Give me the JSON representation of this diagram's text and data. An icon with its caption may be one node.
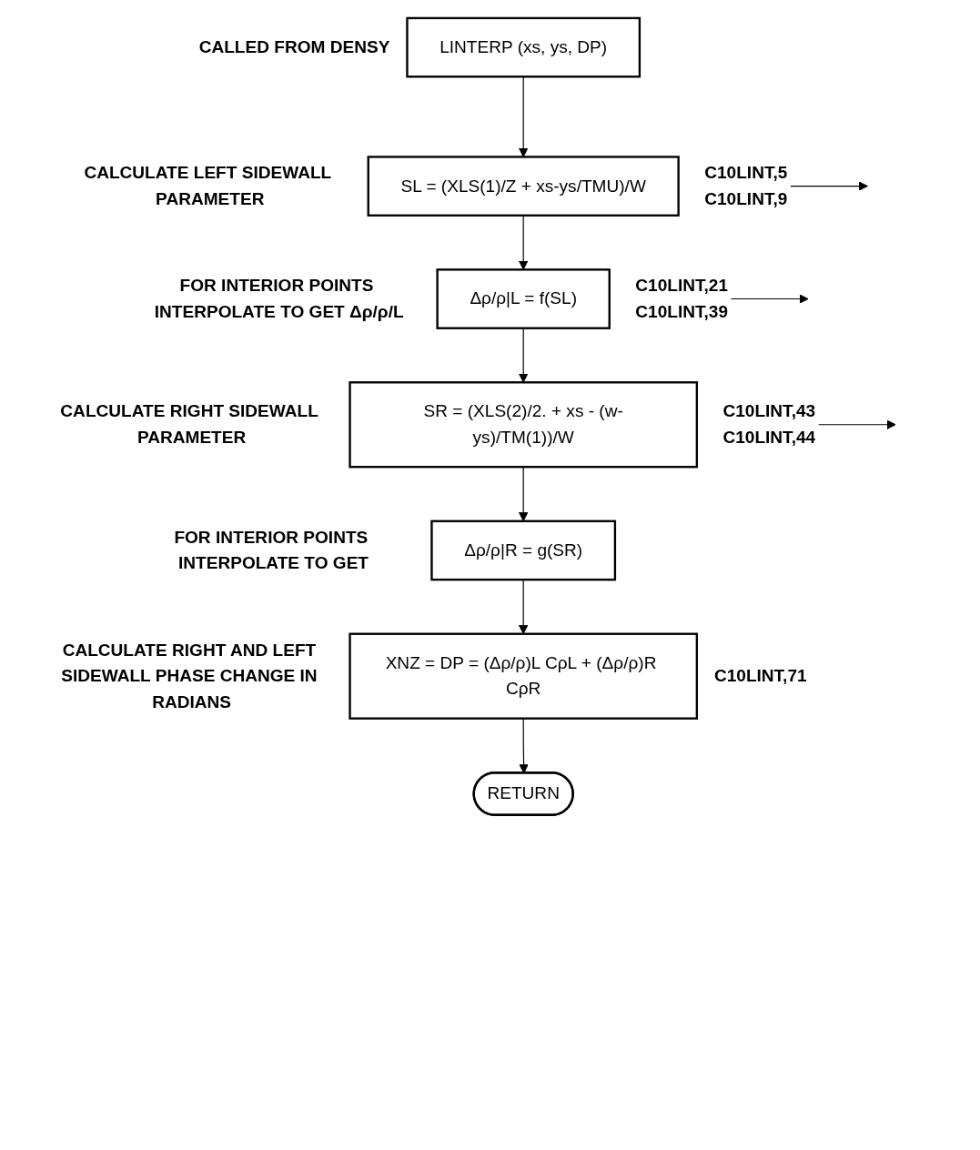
{
  "diagram": {
    "nodes": [
      {
        "text": [
          "LINTERP (xs, ys, DP)"
        ],
        "beside": [
          "CALLED FROM DENSY"
        ]
      },
      {
        "text": [
          "SL = (XLS(1)/Z + xs-ys/TMU)/W"
        ],
        "beside": [
          "CALCULATE LEFT SIDEWALL PARAMETER"
        ]
      },
      {
        "text": [
          "Δρ/ρ|L = f(SL)"
        ],
        "beside": [
          "FOR INTERIOR POINTS INTERPOLATE TO GET Δρ/ρ/L"
        ]
      },
      {
        "text": [
          "SR = (XLS(2)/2. + xs - (w-ys)/TM(1))/W"
        ],
        "beside": [
          "CALCULATE RIGHT SIDEWALL PARAMETER"
        ]
      },
      {
        "text": [
          "Δρ/ρ|R = g(SR)"
        ],
        "beside": [
          "FOR INTERIOR POINTS INTERPOLATE TO GET"
        ]
      },
      {
        "text": [
          "XNZ = DP = (Δρ/ρ)L CρL + (Δρ/ρ)R CρR"
        ],
        "beside": [
          "CALCULATE RIGHT AND LEFT SIDEWALL PHASE CHANGE IN RADIANS",
          "C10LINT,71"
        ]
      },
      {
        "text": [
          "RETURN"
        ]
      },
      {
        "text": [
          "C10LINT,5",
          "C10LINT,9"
        ]
      },
      {
        "text": [
          "C10LINT,21",
          "C10LINT,39"
        ]
      },
      {
        "text": [
          "C10LINT,43",
          "C10LINT,44"
        ]
      }
    ],
    "edges": [
      {
        "from": 0,
        "to": 1,
        "arrow": "to"
      },
      {
        "from": 1,
        "to": 2,
        "arrow": "to"
      },
      {
        "from": 2,
        "to": 3,
        "arrow": "to"
      },
      {
        "from": 3,
        "to": 4,
        "arrow": "to"
      },
      {
        "from": 4,
        "to": 5,
        "arrow": "to"
      },
      {
        "from": 5,
        "to": 6,
        "arrow": "to"
      },
      {
        "from": 7,
        "to": null,
        "arrow": "to"
      },
      {
        "from": 8,
        "to": null,
        "arrow": "to"
      },
      {
        "from": 9,
        "to": null,
        "arrow": "to"
      }
    ]
  }
}
